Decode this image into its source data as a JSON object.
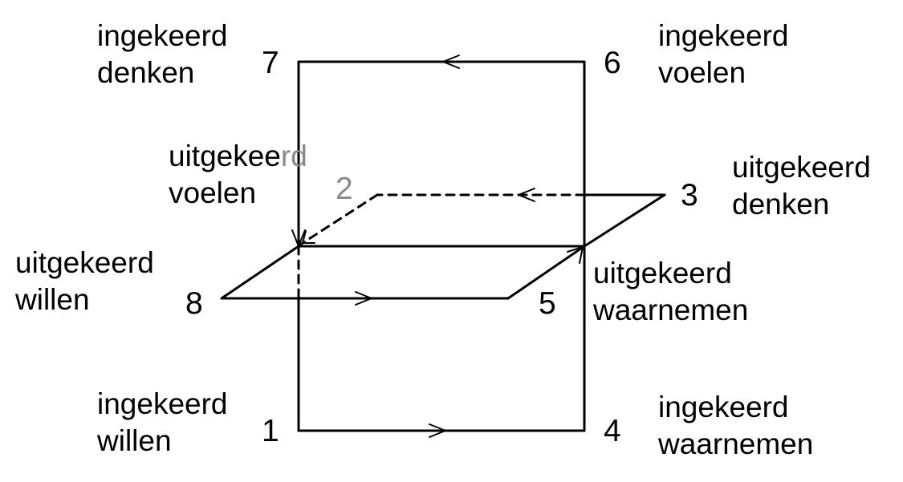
{
  "labels": {
    "n1": {
      "num": "1",
      "line1": "ingekeerd",
      "line2": "willen"
    },
    "n2": {
      "num": "2",
      "line1": "uitgekeerd",
      "line2": "voelen"
    },
    "n3": {
      "num": "3",
      "line1": "uitgekeerd",
      "line2": "denken"
    },
    "n4": {
      "num": "4",
      "line1": "ingekeerd",
      "line2": "waarnemen"
    },
    "n5": {
      "num": "5",
      "line1": "uitgekeerd",
      "line2": "waarnemen"
    },
    "n6": {
      "num": "6",
      "line1": "ingekeerd",
      "line2": "voelen"
    },
    "n7": {
      "num": "7",
      "line1": "ingekeerd",
      "line2": "denken"
    },
    "n8": {
      "num": "8",
      "line1": "uitgekeerd",
      "line2": "willen"
    }
  },
  "colors": {
    "line": "#000000",
    "grey_text": "#8a8a8a"
  }
}
